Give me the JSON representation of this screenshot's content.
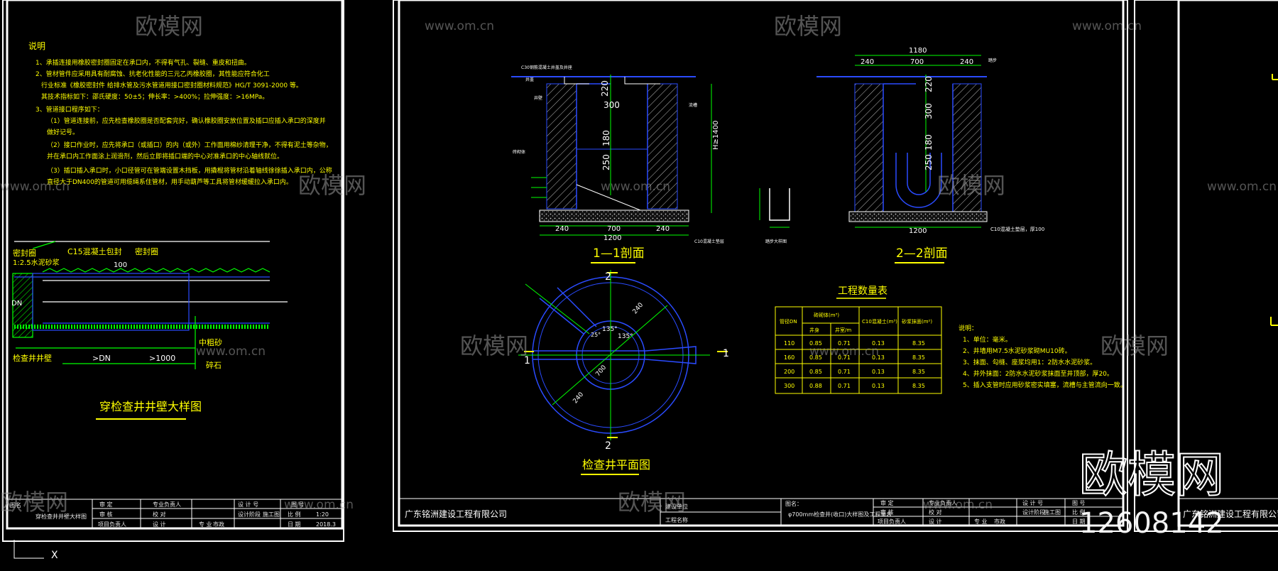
{
  "watermark": {
    "brand": "欧模网",
    "site": "www.om.cn",
    "big_brand": "欧模网",
    "id": "12608142"
  },
  "left_sheet": {
    "notes_title": "说明",
    "notes": [
      "1、承插连接用橡胶密封圈固定在承口内，不得有气孔、裂缝、重皮和扭曲。",
      "2、管材管件应采用具有耐腐蚀、抗老化性能的三元乙丙橡胶圈，其性能应符合化工",
      "行业标准《橡胶密封件 给排水管及污水管道用接口密封圈材料规范》HG/T 3091-2000 等。",
      "其技术指标如下：邵氏硬度：50±5；伸长率：>400%；拉伸强度：>16MPa。",
      "3、管道接口程序如下：",
      "（1）管道连接前，应先检查橡胶圈是否配套完好，确认橡胶圈安放位置及插口应插入承口的深度并",
      "做好记号。",
      "（2）接口作业时，应先将承口（或插口）的内（或外）工作面用棉纱清理干净，不得有泥土等杂物，",
      "并在承口内工作面涂上润滑剂，然后立即将插口端的中心对准承口的中心轴线就位。",
      "（3）插口插入承口时，小口径管可在管端设置木挡板，用撬棍将管材沿着轴线徐徐插入承口内，公称",
      "直径大于DN400的管道可用缆绳系住管材，用手动葫芦等工具将管材缓缓拉入承口内。"
    ],
    "detail_labels": {
      "seal_ring": "密封圈",
      "mortar": "1:2.5水泥砂浆",
      "concrete": "C15混凝土包封",
      "sealant": "密封圈",
      "dn": "DN",
      "well_wall": "检查井井壁",
      "sand": "中粗砂",
      "gravel": "碎石",
      "gt_dn": ">DN",
      "gt_1000": ">1000",
      "dim_100": "100"
    },
    "detail_title": "穿检查井井壁大样图",
    "titleblock": {
      "drawing_name_label": "图名",
      "drawing_name": "穿检查井井壁大样图",
      "r1": [
        "审 定",
        "专业负责人",
        "设 计 号",
        "图 号"
      ],
      "r2": [
        "审 核",
        "校 对",
        "设计阶段",
        "施工图",
        "比 例",
        "1:20"
      ],
      "r3": [
        "项目负责人",
        "设 计",
        "专 业",
        "市政",
        "日 期",
        "2018.3"
      ]
    }
  },
  "center_sheet": {
    "section1": {
      "title": "1—1剖面",
      "dims": [
        "300",
        "220",
        "180",
        "250",
        "240",
        "700",
        "240",
        "1200",
        "H≥1400"
      ],
      "labels": [
        "C30钢筋混凝土井盖及井座",
        "井盖",
        "井壁",
        "流槽",
        "C10混凝土垫层",
        "砖砌体"
      ]
    },
    "section2": {
      "title": "2—2剖面",
      "dims": [
        "1180",
        "240",
        "700",
        "240",
        "220",
        "300",
        "180",
        "250",
        "1200"
      ],
      "labels": [
        "C10混凝土垫层，厚100",
        "踏步"
      ]
    },
    "step_label": "踏步大样图",
    "plan": {
      "title": "检查井平面图",
      "dims": [
        "240",
        "700",
        "240",
        "135°",
        "25°",
        "135°"
      ],
      "marks": [
        "1",
        "1",
        "2",
        "2"
      ]
    },
    "table": {
      "title": "工程数量表",
      "headers": [
        "管径DN",
        "砖砌体(m³)",
        "",
        "C10混凝土(m³)",
        "砂浆抹面(m²)"
      ],
      "subheaders": [
        "",
        "井身",
        "井室/m",
        "",
        ""
      ],
      "rows": [
        [
          "110",
          "0.85",
          "0.71",
          "0.13",
          "8.35"
        ],
        [
          "160",
          "0.85",
          "0.71",
          "0.13",
          "8.35"
        ],
        [
          "200",
          "0.85",
          "0.71",
          "0.13",
          "8.35"
        ],
        [
          "300",
          "0.88",
          "0.71",
          "0.13",
          "8.35"
        ]
      ]
    },
    "notes": [
      "说明：",
      "1、单位：毫米。",
      "2、井墙用M7.5水泥砂浆砌MU10砖。",
      "3、抹面、勾缝、座浆均用1：2防水水泥砂浆。",
      "4、井外抹面：2防水水泥砂浆抹面至井顶部，厚20。",
      "5、插入支管时应用砂浆密实填塞，流槽与主管流向一致。"
    ],
    "company": "广东铭洲建设工程有限公司",
    "tb_left": [
      "建设单位",
      "工程名称"
    ],
    "tb_name_label": "图名：",
    "tb_name": "φ700mm检查井(收口)大样图及工程量表",
    "tb_right": [
      "审 定",
      "专业负责人",
      "设 计 号",
      "图 号",
      "审 核",
      "校 对",
      "设计阶段",
      "施工图",
      "比 例",
      "项目负责人",
      "设 计",
      "专 业",
      "市政",
      "日 期"
    ]
  },
  "right_sheet": {
    "company": "广东铭洲建设工程有限公司"
  },
  "ucs": {
    "x": "X"
  }
}
